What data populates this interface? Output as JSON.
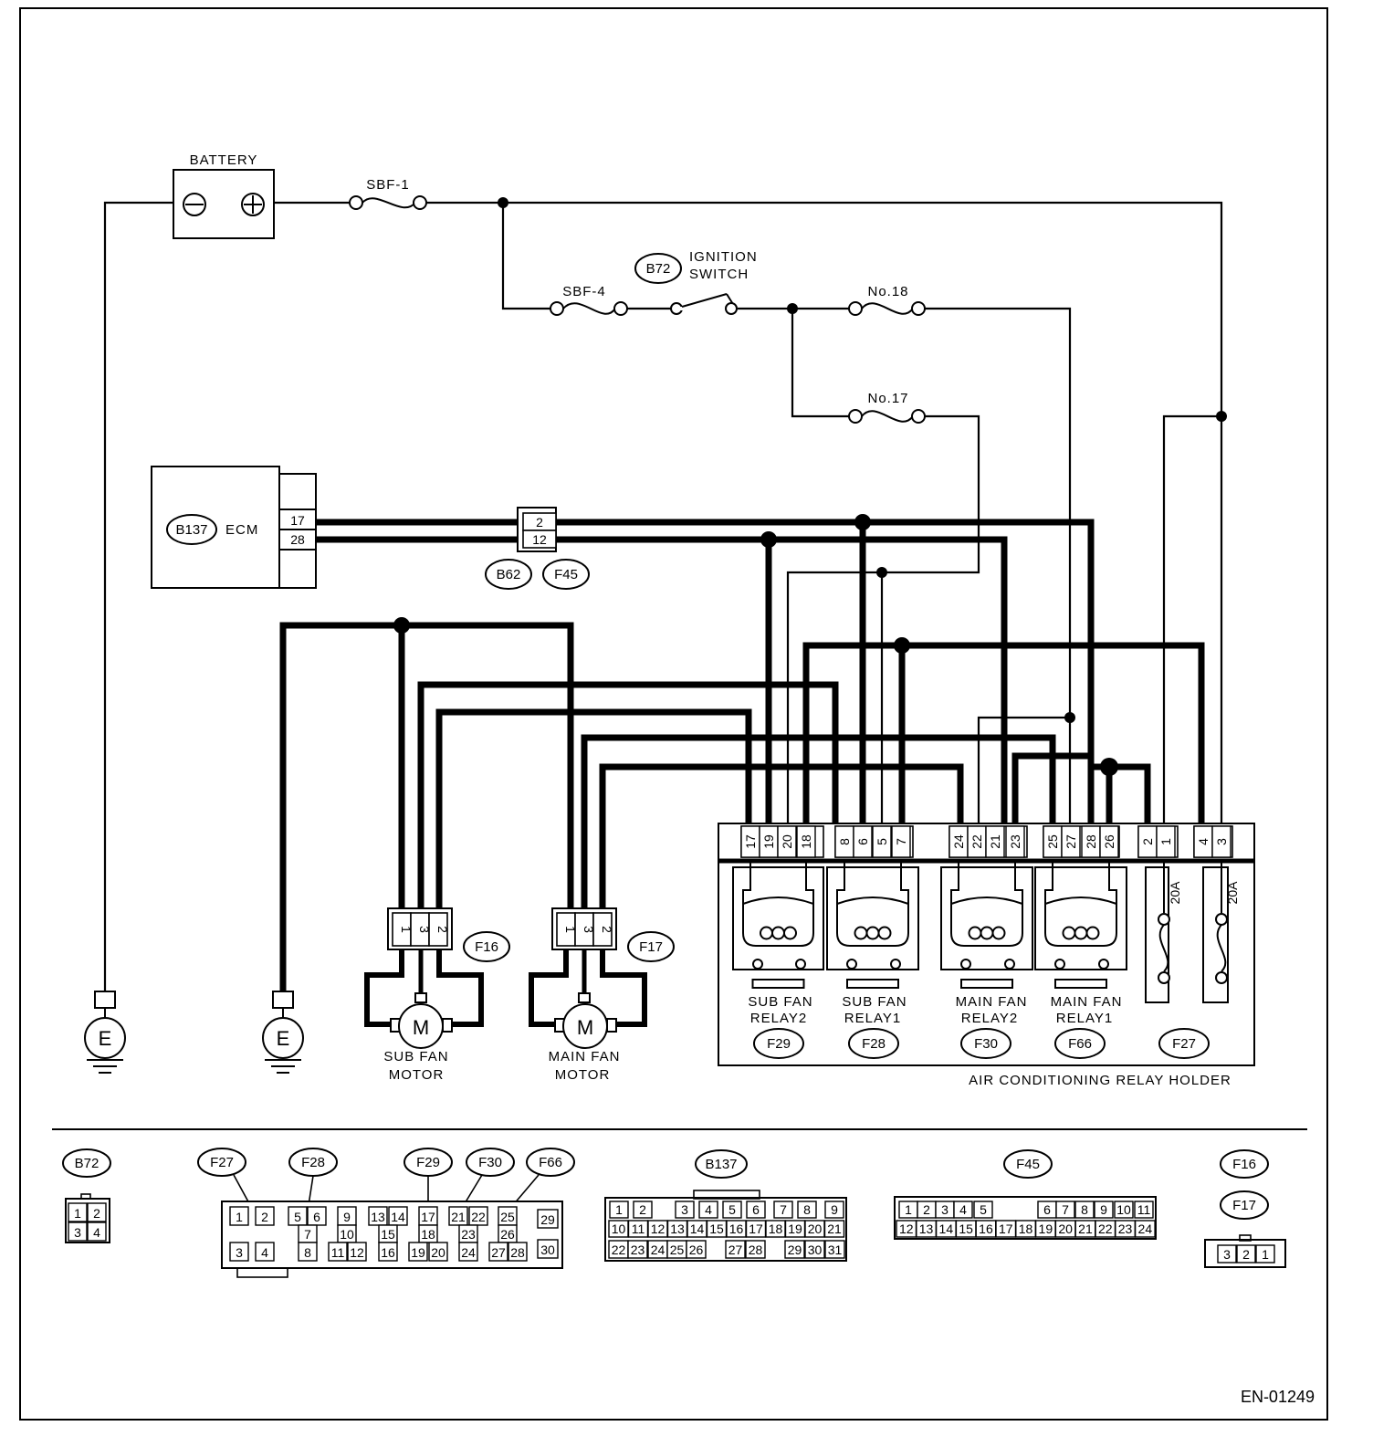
{
  "labels": {
    "battery": "BATTERY",
    "sbf1": "SBF-1",
    "sbf4": "SBF-4",
    "ignition_line1": "IGNITION",
    "ignition_line2": "SWITCH",
    "fuse18": "No.18",
    "fuse17": "No.17",
    "ecm": "ECM",
    "relay_holder": "AIR CONDITIONING RELAY HOLDER",
    "sub_fan_motor_1": "SUB FAN",
    "sub_fan_motor_2": "MOTOR",
    "main_fan_motor_1": "MAIN FAN",
    "main_fan_motor_2": "MOTOR",
    "motor_symbol": "M",
    "ground_symbol": "E",
    "plus_symbol": "⊕",
    "minus_symbol": "⊖",
    "fuse_rating": "20A",
    "figure_id": "EN-01249"
  },
  "relays": [
    {
      "line1": "SUB FAN",
      "line2": "RELAY2",
      "connector": "F29"
    },
    {
      "line1": "SUB FAN",
      "line2": "RELAY1",
      "connector": "F28"
    },
    {
      "line1": "MAIN FAN",
      "line2": "RELAY2",
      "connector": "F30"
    },
    {
      "line1": "MAIN FAN",
      "line2": "RELAY1",
      "connector": "F66"
    }
  ],
  "connectors": {
    "b72": "B72",
    "b137": "B137",
    "b62": "B62",
    "f45": "F45",
    "f16": "F16",
    "f17": "F17",
    "f27": "F27",
    "ecm_pins": [
      "17",
      "28"
    ],
    "joint_pins": [
      "2",
      "12"
    ],
    "motor_pins": [
      "1",
      "3",
      "2"
    ],
    "holder_pins": [
      "17",
      "19",
      "20",
      "18",
      "8",
      "6",
      "5",
      "7",
      "24",
      "22",
      "21",
      "23",
      "25",
      "27",
      "28",
      "26",
      "2",
      "1",
      "4",
      "3"
    ]
  },
  "legend": {
    "b72": "B72",
    "f27": "F27",
    "f28": "F28",
    "f29": "F29",
    "f30": "F30",
    "f66": "F66",
    "b137": "B137",
    "f45": "F45",
    "f16": "F16",
    "f17": "F17",
    "b72_pins": [
      "1",
      "2",
      "3",
      "4"
    ],
    "f16_pins": [
      "3",
      "2",
      "1"
    ]
  }
}
